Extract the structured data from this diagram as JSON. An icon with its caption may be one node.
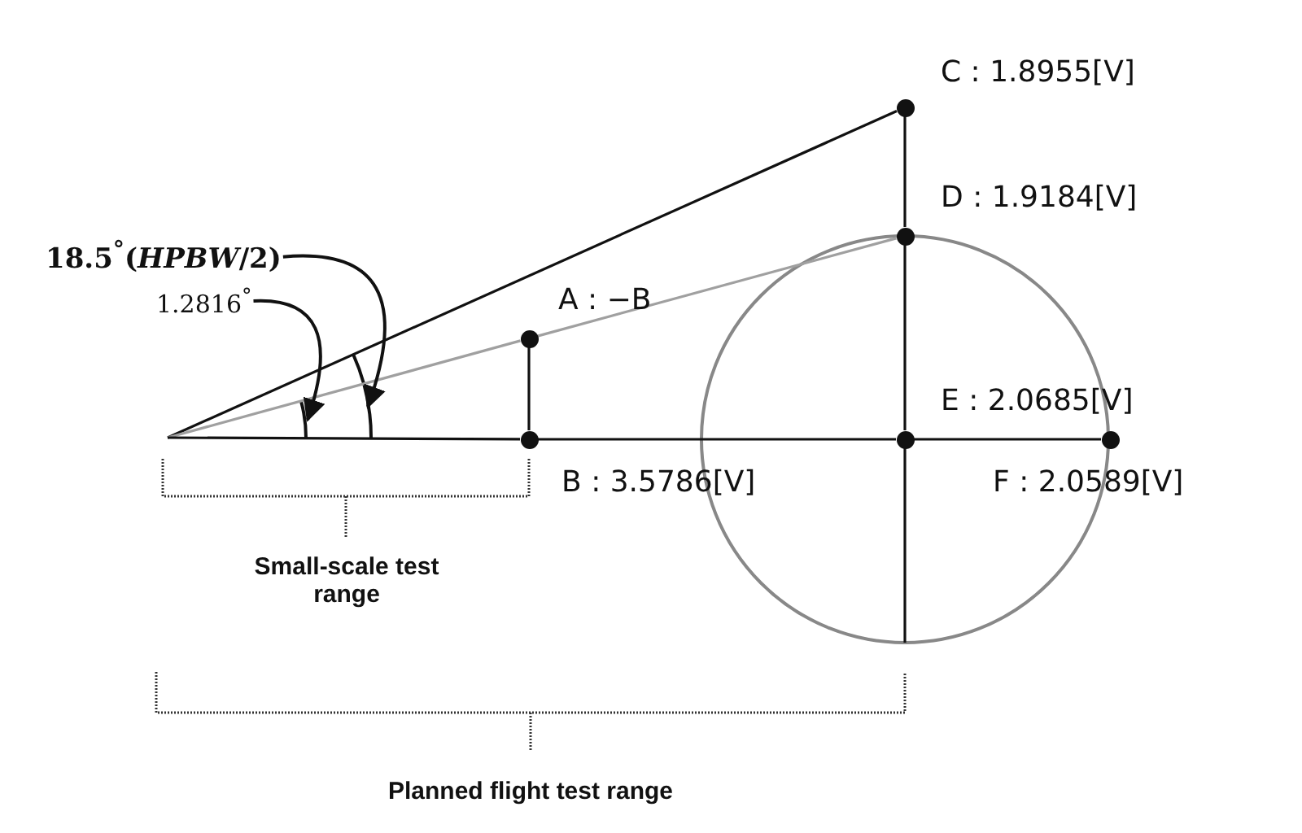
{
  "diagram": {
    "nodes": [
      {
        "text": [],
        "shape": "circle",
        "beside": [
          "A : −B"
        ]
      },
      {
        "text": [],
        "shape": "circle",
        "beside": [
          "B : 3.5786[V]"
        ]
      },
      {
        "text": [],
        "shape": "circle",
        "beside": [
          "C : 1.8955[V]"
        ]
      },
      {
        "text": [],
        "shape": "circle",
        "beside": [
          "D : 1.9184[V]"
        ]
      },
      {
        "text": [],
        "shape": "circle",
        "beside": [
          "E : 2.0685[V]"
        ]
      },
      {
        "text": [],
        "shape": "circle",
        "beside": [
          "F : 2.0589[V]"
        ]
      },
      {
        "text": [
          "18.5$^{°}$(*HPBW*/2)"
        ]
      },
      {
        "text": [
          "1.2816$^{°}$"
        ]
      },
      {
        "text": [],
        "shape": "arc"
      },
      {
        "text": [],
        "shape": "arc"
      }
    ],
    "edges": [
      {
        "from": null,
        "to": 2,
        "arrow": "none"
      },
      {
        "from": null,
        "to": 0,
        "arrow": "none",
        "color": "#a0a0a0"
      },
      {
        "from": 0,
        "to": 3,
        "arrow": "none",
        "color": "#a0a0a0"
      },
      {
        "from": null,
        "to": 1,
        "arrow": "none"
      },
      {
        "from": 1,
        "to": 4,
        "arrow": "none"
      },
      {
        "from": 4,
        "to": 5,
        "arrow": "none"
      },
      {
        "from": 0,
        "to": 1,
        "arrow": "none"
      },
      {
        "from": 2,
        "to": 3,
        "arrow": "none"
      },
      {
        "from": 3,
        "to": 4,
        "arrow": "none"
      },
      {
        "from": 4,
        "to": null,
        "arrow": "none"
      },
      {
        "from": 6,
        "to": 9,
        "arrow": "to"
      },
      {
        "from": 7,
        "to": 8,
        "arrow": "to"
      }
    ],
    "labels": [
      "Small-scale test range",
      "Planned flight test range"
    ]
  }
}
